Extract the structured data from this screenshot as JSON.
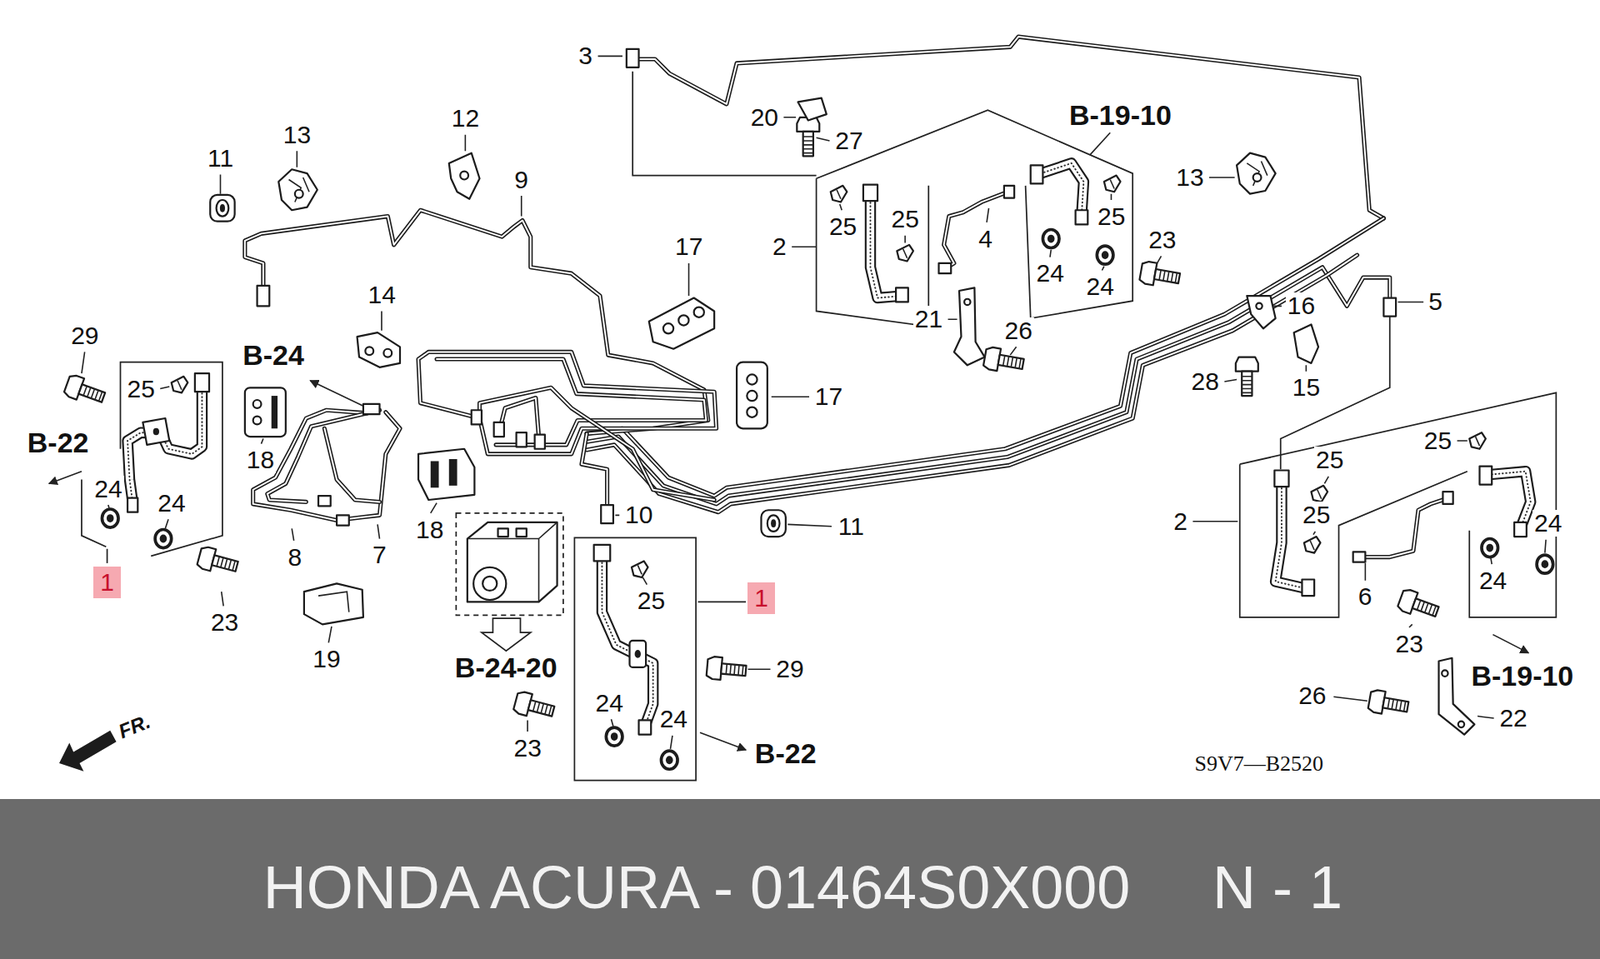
{
  "diagram": {
    "nodes": [
      {
        "text": [
          "1"
        ]
      },
      {
        "text": [
          "1"
        ]
      },
      {
        "text": [
          "HONDA ACURA - 01464S0X000",
          "N - 1"
        ]
      }
    ],
    "labels": [
      "3",
      "20",
      "B-19-10",
      "12",
      "13",
      "27",
      "11",
      "13",
      "9",
      "25",
      "25",
      "25",
      "4",
      "23",
      "2",
      "17",
      "24",
      "24",
      "14",
      "16",
      "5",
      "21",
      "26",
      "29",
      "B-24",
      "28",
      "25",
      "15",
      "17",
      "25",
      "B-22",
      "18",
      "25",
      "24",
      "24",
      "10",
      "25",
      "2",
      "24",
      "11",
      "18",
      "7",
      "8",
      "24",
      "6",
      "25",
      "23",
      "23",
      "19",
      "B-24-20",
      "29",
      "B-19-10",
      "26",
      "24",
      "24",
      "22",
      "FR.",
      "23",
      "B-22",
      "S9V7—B2520"
    ]
  }
}
